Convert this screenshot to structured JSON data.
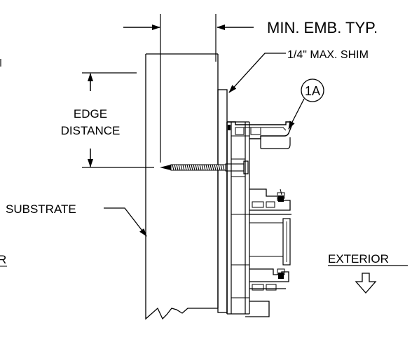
{
  "labels": {
    "min_emb": "MIN. EMB. TYP.",
    "shim": "1/4\" MAX. SHIM",
    "callout": "1A",
    "edge_distance_line1": "EDGE",
    "edge_distance_line2": "DISTANCE",
    "substrate": "SUBSTRATE",
    "exterior": "EXTERIOR",
    "cut_off_label": "R"
  },
  "icons": {
    "exterior_arrow": "hollow-down-arrow-icon",
    "callout_bubble": "circle-callout-icon"
  },
  "colors": {
    "ink": "#000000",
    "background": "#ffffff"
  }
}
